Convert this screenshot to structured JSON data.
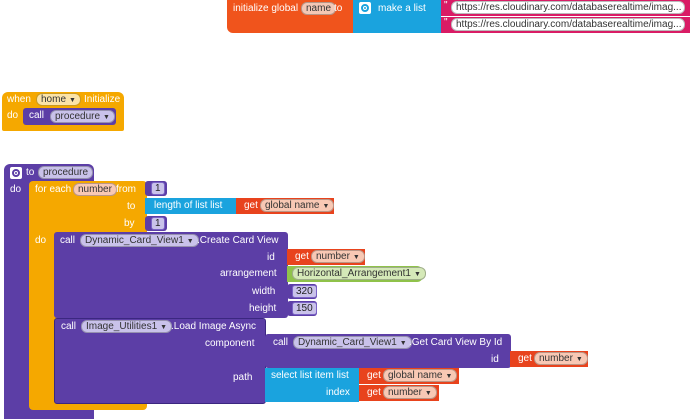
{
  "global_block": {
    "initialize_label": "initialize global",
    "var_name": "name",
    "to_label": "to",
    "make_list_label": "make a list",
    "urls": [
      "https://res.cloudinary.com/databaserealtime/imag...",
      "https://res.cloudinary.com/databaserealtime/imag..."
    ]
  },
  "when_block": {
    "when_label": "when",
    "screen": "home",
    "event": "Initialize",
    "do_label": "do",
    "call_label": "call",
    "procedure": "procedure"
  },
  "procedure_block": {
    "to_label": "to",
    "name": "procedure",
    "do_label": "do",
    "for_each_label": "for each",
    "loop_var": "number",
    "from_label": "from",
    "from_value": "1",
    "to_field_label": "to",
    "length_label": "length of list  list",
    "get_label": "get",
    "global_name": "global name",
    "by_label": "by",
    "by_value": "1",
    "inner_do_label": "do",
    "create_call": {
      "call_label": "call",
      "component": "Dynamic_Card_View1",
      "method": ".Create Card View",
      "id_label": "id",
      "id_get": "get",
      "id_var": "number",
      "arrangement_label": "arrangement",
      "arrangement_value": "Horizontal_Arrangement1",
      "width_label": "width",
      "width_value": "320",
      "height_label": "height",
      "height_value": "150"
    },
    "load_call": {
      "call_label": "call",
      "component": "Image_Utilities1",
      "method": ".Load Image Async",
      "component_label": "component",
      "inner_call_label": "call",
      "inner_component": "Dynamic_Card_View1",
      "inner_method": ".Get Card View By Id",
      "inner_id_label": "id",
      "inner_id_get": "get",
      "inner_id_var": "number",
      "path_label": "path",
      "select_label": "select list item  list",
      "list_get": "get",
      "list_var": "global name",
      "index_label": "index",
      "index_get": "get",
      "index_var": "number"
    }
  },
  "colors": {
    "variables": "#f0541c",
    "events": "#f5a800",
    "procedures": "#5c3ea6",
    "lists": "#1aa3de",
    "text": "#d91c65",
    "component": "#8fc24a"
  }
}
